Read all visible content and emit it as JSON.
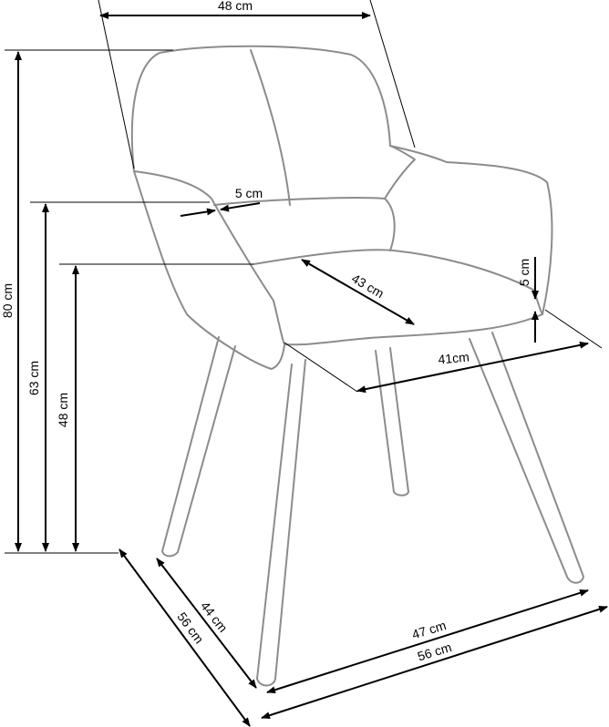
{
  "dimensions": {
    "back_width": "48 cm",
    "total_height": "80 cm",
    "armrest_height": "63 cm",
    "seat_height": "48 cm",
    "armrest_width": "5 cm",
    "seat_depth": "43 cm",
    "armrest_thickness": "5 cm",
    "seat_width": "41cm",
    "leg_depth": "44 cm",
    "total_depth": "56 cm",
    "leg_width": "47 cm",
    "total_width": "56 cm"
  }
}
